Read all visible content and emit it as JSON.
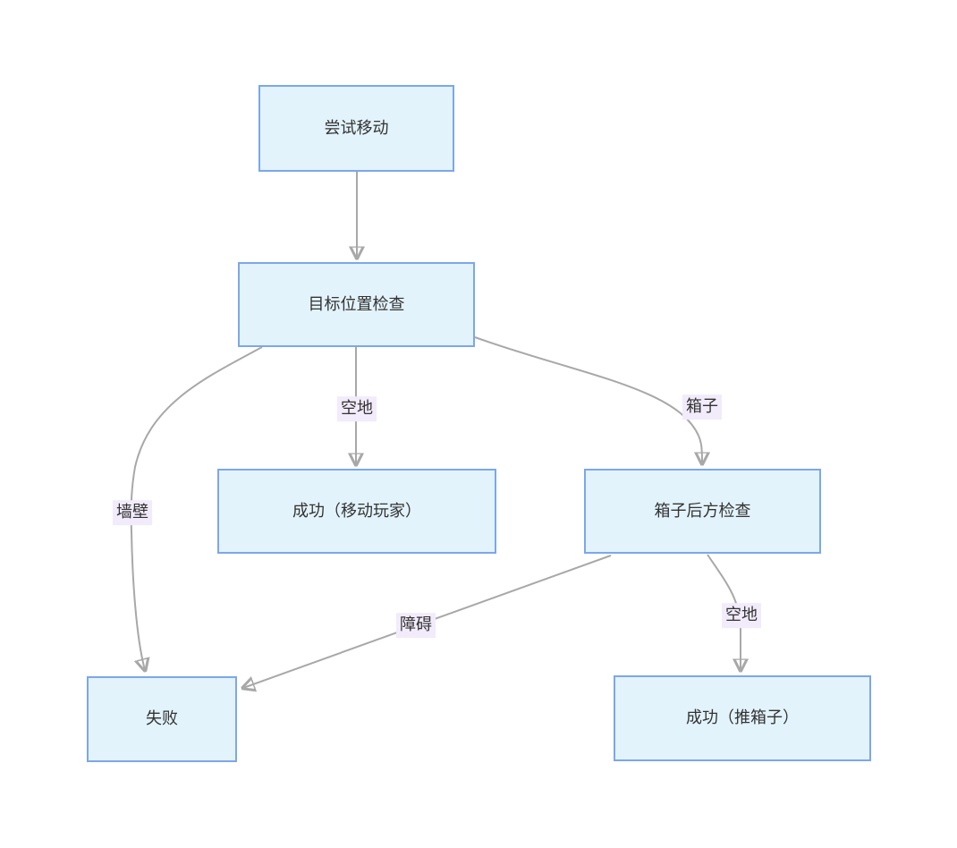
{
  "diagram": {
    "type": "flowchart",
    "direction": "top-down",
    "colors": {
      "background": "#ffffff",
      "node_fill": "#e3f3fc",
      "node_border": "#7ca7ea",
      "node_text": "#333333",
      "edge_line": "#a8a8a8",
      "arrowhead": "#8f8f8f",
      "edge_label_bg": "#f2ebfb",
      "edge_label_text": "#333333"
    },
    "nodes": [
      {
        "id": "try-move",
        "label": "尝试移动"
      },
      {
        "id": "target-check",
        "label": "目标位置检查"
      },
      {
        "id": "success-move",
        "label": "成功（移动玩家）"
      },
      {
        "id": "box-behind-check",
        "label": "箱子后方检查"
      },
      {
        "id": "fail",
        "label": "失败"
      },
      {
        "id": "success-push",
        "label": "成功（推箱子）"
      }
    ],
    "edges": [
      {
        "from": "try-move",
        "to": "target-check",
        "label": ""
      },
      {
        "from": "target-check",
        "to": "success-move",
        "label": "空地"
      },
      {
        "from": "target-check",
        "to": "box-behind-check",
        "label": "箱子"
      },
      {
        "from": "target-check",
        "to": "fail",
        "label": "墙壁"
      },
      {
        "from": "box-behind-check",
        "to": "success-push",
        "label": "空地"
      },
      {
        "from": "box-behind-check",
        "to": "fail",
        "label": "障碍"
      }
    ]
  }
}
